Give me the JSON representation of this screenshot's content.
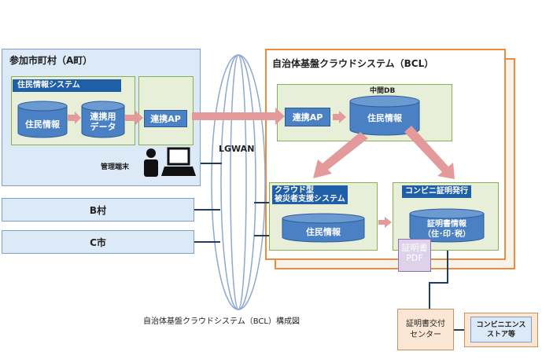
{
  "a_town": {
    "title": "参加市町村（A町）",
    "system_title": "住民情報システム",
    "resident_info": "住民情報",
    "link_data_line1": "連携用",
    "link_data_line2": "データ",
    "link_ap": "連携AP",
    "admin_terminal": "管理端末"
  },
  "b_village": "B村",
  "c_city": "C市",
  "lgwan": "LGWAN",
  "bcl": {
    "title": "自治体基盤クラウドシステム（BCL）",
    "middle_db": "中間DB",
    "link_ap": "連携AP",
    "resident_info": "住民情報",
    "disaster_title_line1": "クラウド型",
    "disaster_title_line2": "被災者支援システム",
    "disaster_resident_info": "住民情報",
    "conv_title": "コンビニ証明発行",
    "cert_info_line1": "証明書情報",
    "cert_info_line2": "（住･印･税）",
    "pdf_line1": "証明書",
    "pdf_line2": "PDF"
  },
  "caption": "自治体基盤クラウドシステム（BCL）構成図",
  "cert_center_line1": "証明書交付",
  "cert_center_line2": "センター",
  "store_line1": "コンビニエンス",
  "store_line2": "ストア等",
  "colors": {
    "arrow": "#e49a9a",
    "cylinder": "#4a80c4",
    "bcl_border": "#f08a3b",
    "header": "#1f5fa8"
  }
}
